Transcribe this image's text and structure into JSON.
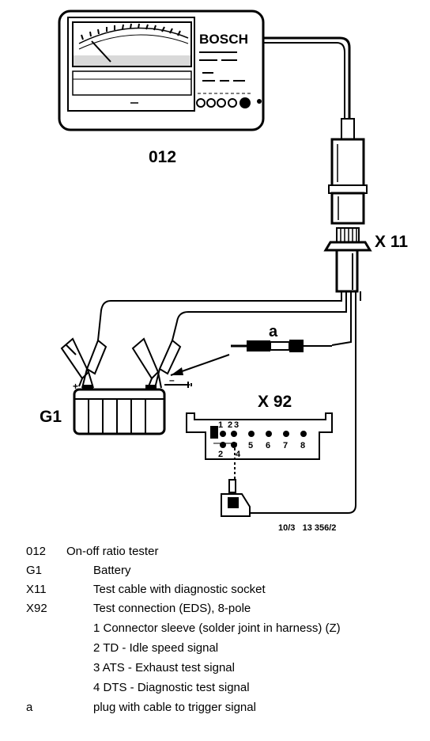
{
  "diagram": {
    "labels": {
      "tester": "012",
      "battery": "G1",
      "socket": "X 11",
      "connector": "X 92",
      "plug": "a",
      "figure_number": "10/3   13 356/2",
      "meter_brand": "BOSCH"
    },
    "connector_pins": {
      "top_row": [
        "1",
        "2",
        "3"
      ],
      "middle_row": [
        "5",
        "6",
        "7",
        "8"
      ],
      "bottom_row": [
        "2",
        "4"
      ]
    }
  },
  "legend": {
    "items": [
      {
        "code": "012",
        "text": "On-off ratio tester"
      },
      {
        "code": "G1",
        "text": "Battery"
      },
      {
        "code": "X11",
        "text": "Test cable with diagnostic socket"
      },
      {
        "code": "X92",
        "text": "Test connection (EDS), 8-pole"
      },
      {
        "code": "",
        "text": "1  Connector sleeve (solder joint in harness) (Z)"
      },
      {
        "code": "",
        "text": "2  TD - Idle speed signal"
      },
      {
        "code": "",
        "text": "3  ATS - Exhaust test signal"
      },
      {
        "code": "",
        "text": "4  DTS - Diagnostic test signal"
      },
      {
        "code": "a",
        "text": "plug with cable to trigger signal"
      }
    ]
  }
}
